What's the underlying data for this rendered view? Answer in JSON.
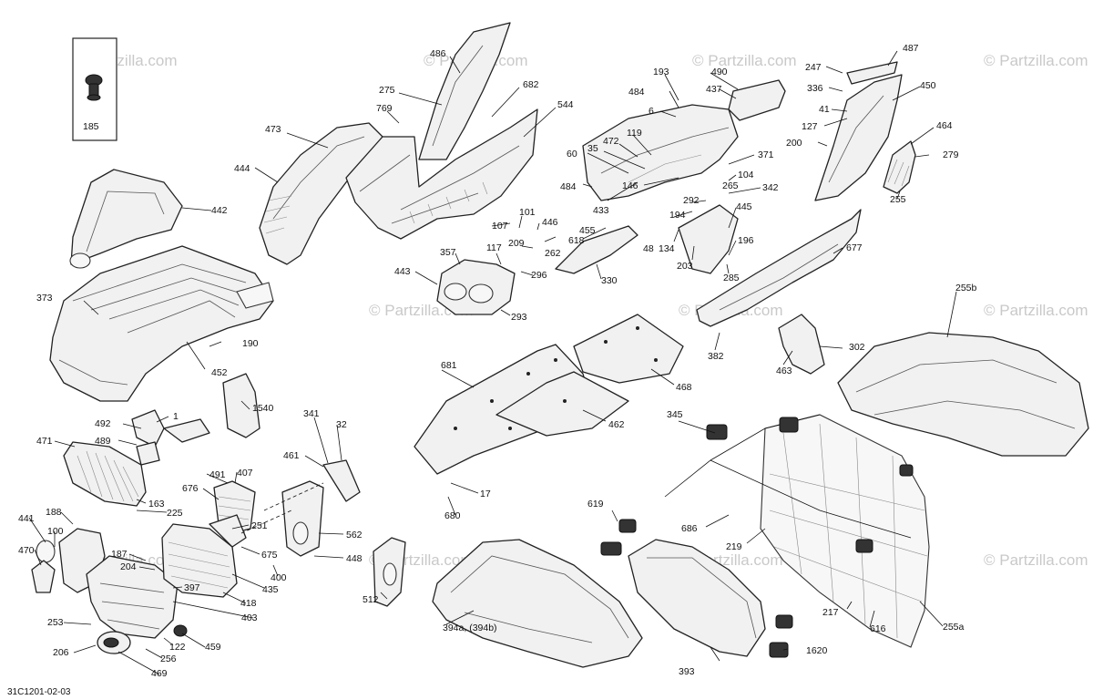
{
  "diagram_code": "31C1201-02-03",
  "watermark": "© Partzilla.com",
  "callouts": [
    "486",
    "275",
    "769",
    "682",
    "544",
    "473",
    "444",
    "442",
    "373",
    "190",
    "452",
    "193",
    "484",
    "6",
    "490",
    "437",
    "119",
    "472",
    "35",
    "60",
    "484",
    "433",
    "146",
    "371",
    "104",
    "265",
    "342",
    "292",
    "194",
    "445",
    "48",
    "134",
    "203",
    "196",
    "285",
    "101",
    "446",
    "107",
    "618",
    "209",
    "455",
    "262",
    "357",
    "117",
    "296",
    "330",
    "443",
    "293",
    "247",
    "487",
    "336",
    "450",
    "41",
    "127",
    "464",
    "200",
    "279",
    "255",
    "677",
    "382",
    "255b",
    "302",
    "463",
    "681",
    "468",
    "462",
    "1540",
    "492",
    "1",
    "489",
    "471",
    "491",
    "407",
    "163",
    "225",
    "341",
    "32",
    "461",
    "676",
    "441",
    "188",
    "100",
    "470",
    "187",
    "204",
    "397",
    "418",
    "403",
    "253",
    "206",
    "122",
    "469",
    "256",
    "459",
    "251",
    "185",
    "675",
    "435",
    "400",
    "448",
    "562",
    "17",
    "680",
    "512",
    "619",
    "345",
    "686",
    "219",
    "217",
    "616",
    "255a",
    "394a, (394b)",
    "393",
    "1620"
  ]
}
